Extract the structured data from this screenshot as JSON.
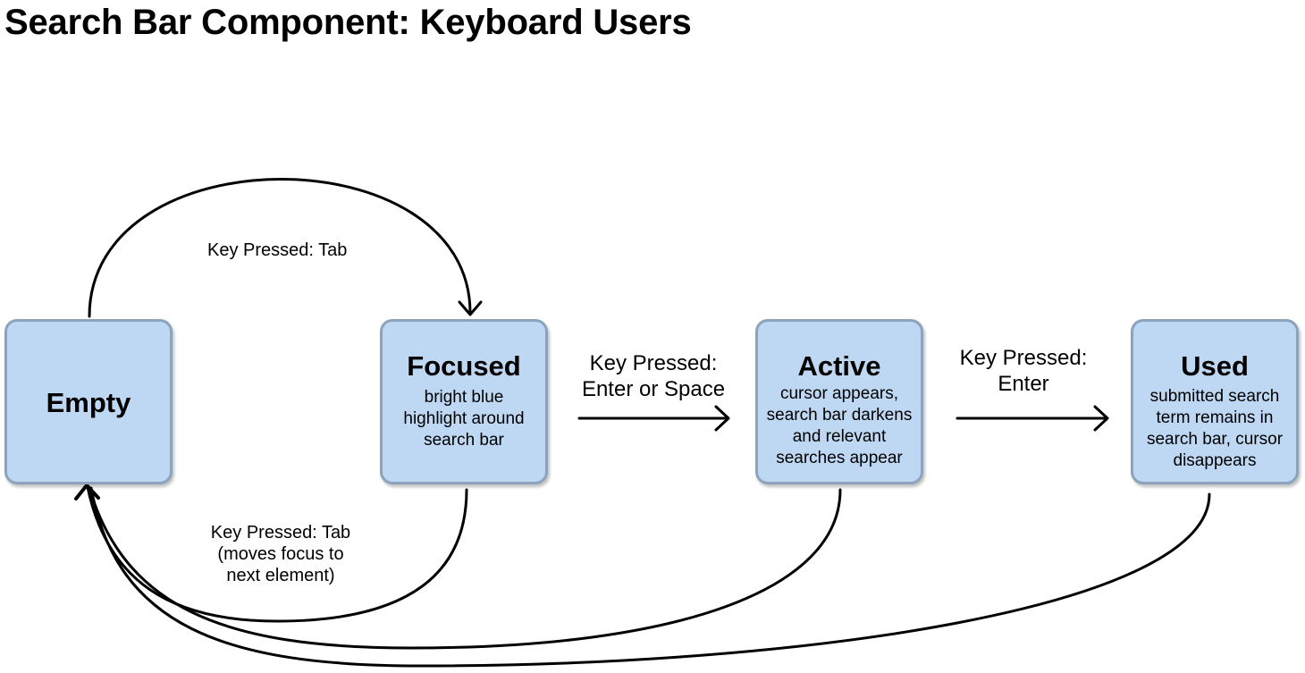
{
  "title": "Search Bar Component: Keyboard Users",
  "states": {
    "empty": {
      "title": "Empty"
    },
    "focused": {
      "title": "Focused",
      "description": [
        "bright blue",
        "highlight around",
        "search bar"
      ]
    },
    "active": {
      "title": "Active",
      "description": [
        "cursor appears,",
        "search bar darkens",
        "and relevant",
        "searches appear"
      ]
    },
    "used": {
      "title": "Used",
      "description": [
        "submitted search",
        "term remains in",
        "search bar, cursor",
        "disappears"
      ]
    }
  },
  "transitions": {
    "empty_to_focused": [
      "Key Pressed: Tab"
    ],
    "focused_to_active": [
      "Key Pressed:",
      "Enter or Space"
    ],
    "active_to_used": [
      "Key Pressed:",
      "Enter"
    ],
    "focused_to_empty": [
      "Key Pressed: Tab",
      "(moves focus to",
      "next element)"
    ]
  },
  "colors": {
    "box_fill": "#bed7f2",
    "box_border": "#8ba3bd",
    "arrow": "#000000"
  }
}
